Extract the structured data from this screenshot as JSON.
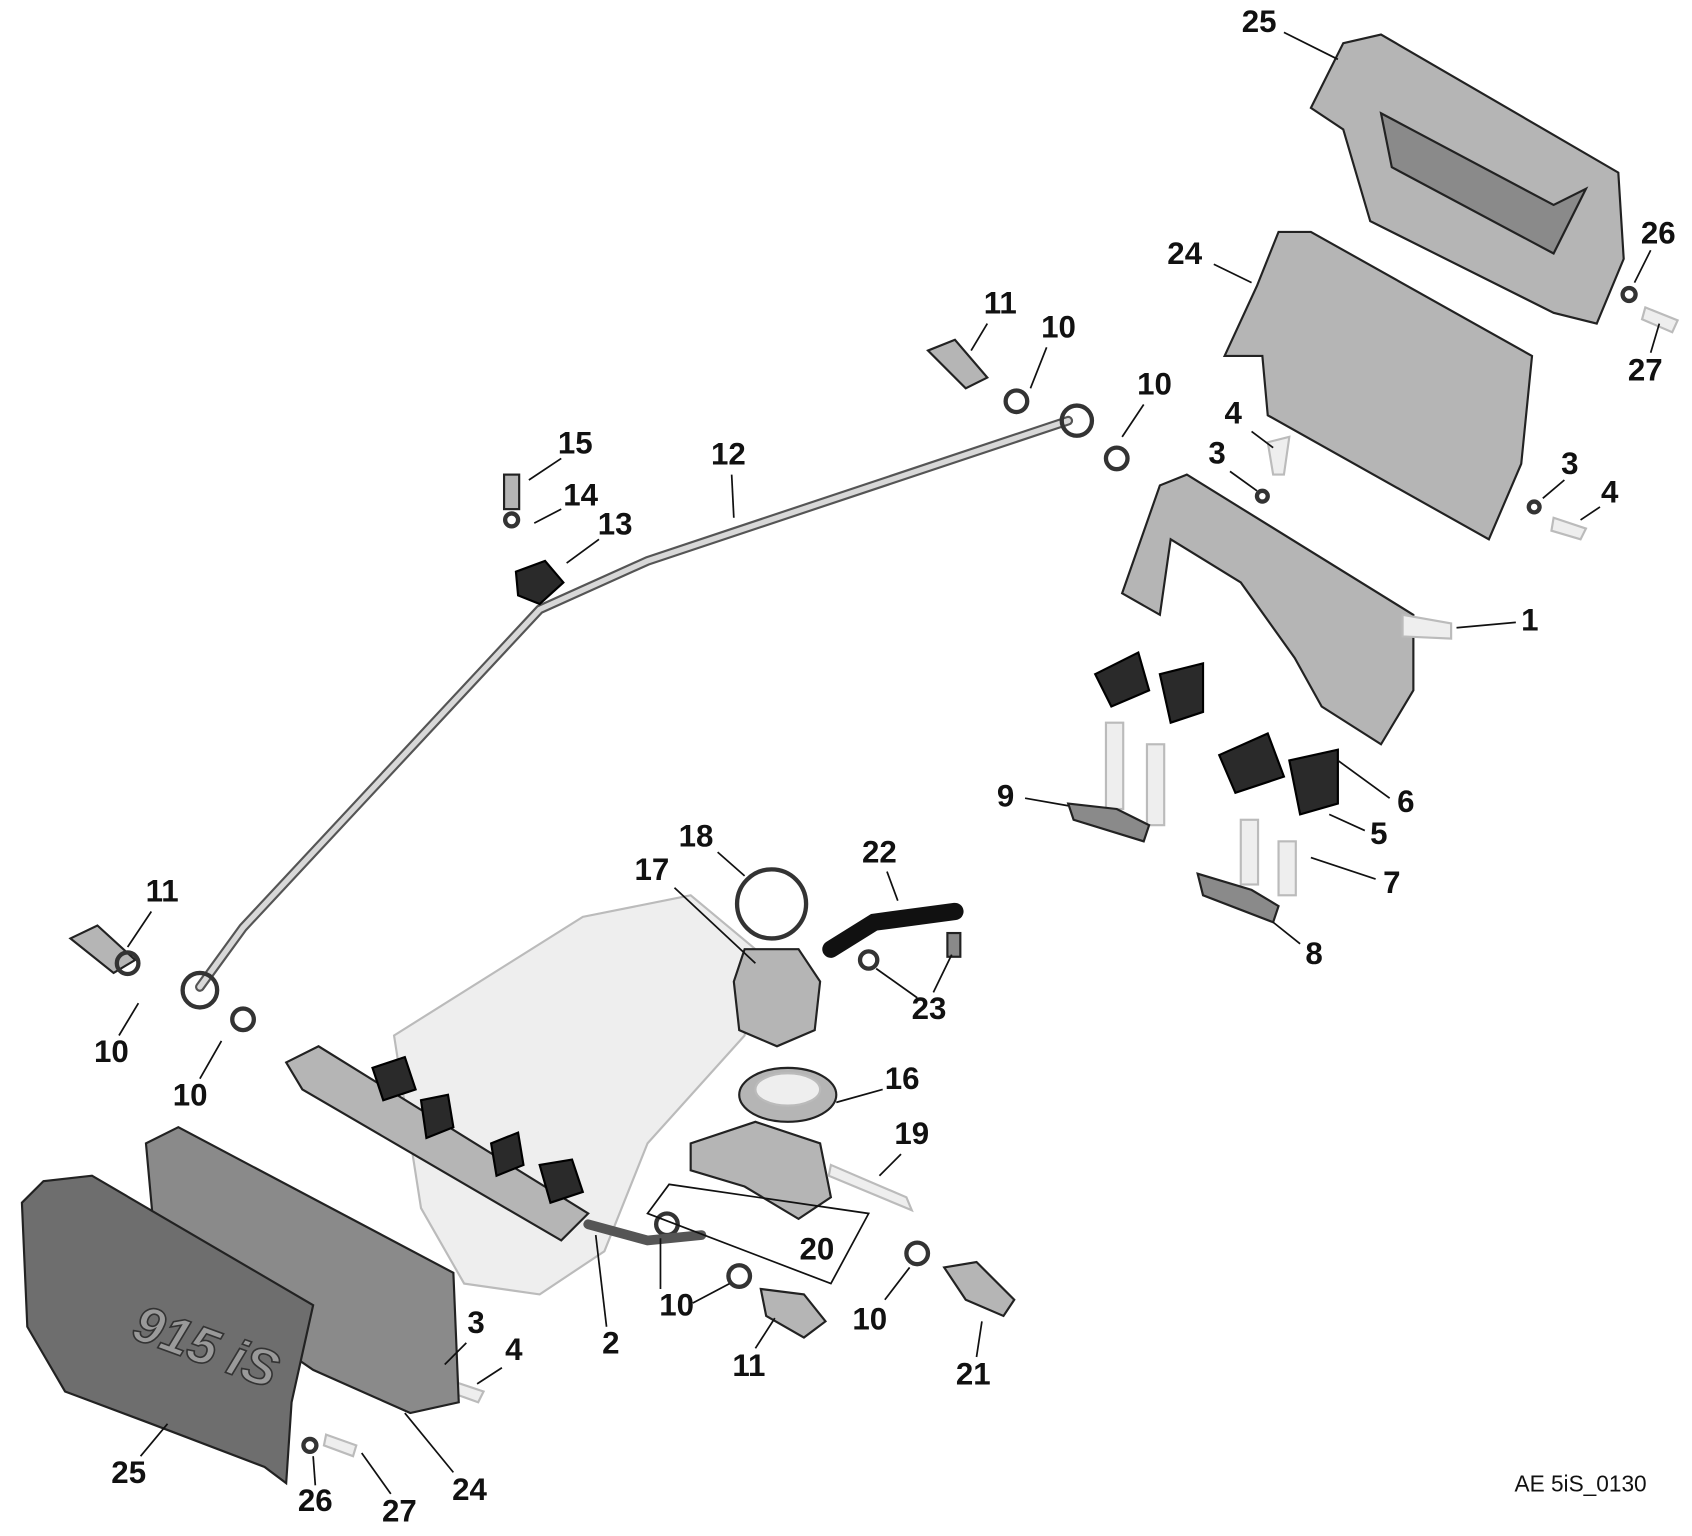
{
  "diagram": {
    "reference_code": "AE 5iS_0130",
    "cover_logo_text": "915 iS",
    "callouts": [
      "25",
      "26",
      "27",
      "24",
      "11",
      "10",
      "10",
      "4",
      "3",
      "3",
      "4",
      "1",
      "15",
      "14",
      "13",
      "12",
      "9",
      "6",
      "5",
      "7",
      "8",
      "18",
      "17",
      "22",
      "23",
      "11",
      "10",
      "10",
      "16",
      "19",
      "20",
      "10",
      "10",
      "2",
      "11",
      "21",
      "3",
      "4",
      "25",
      "26",
      "27",
      "24"
    ]
  }
}
